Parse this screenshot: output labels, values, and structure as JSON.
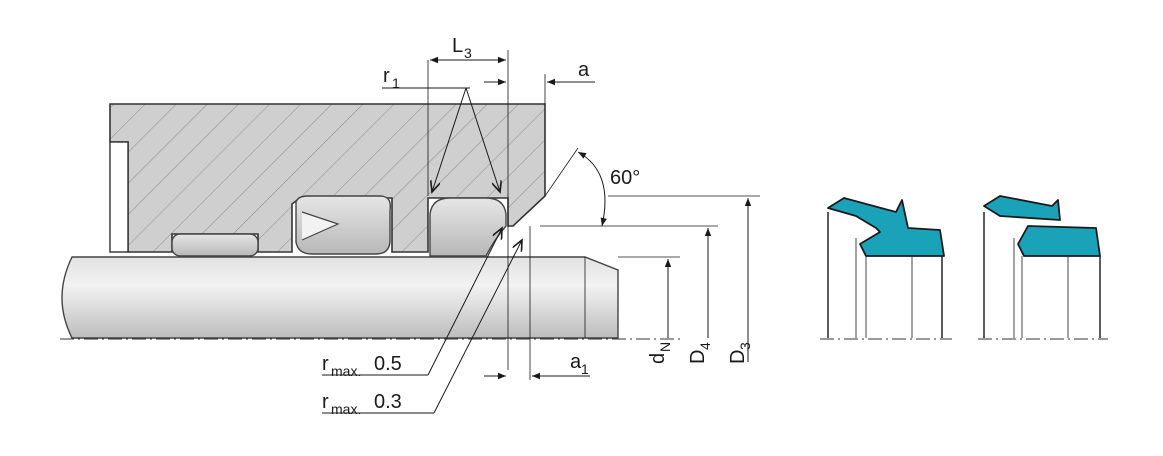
{
  "labels": {
    "L3_main": "L",
    "L3_sub": "3",
    "r1_main": "r",
    "r1_sub": "1",
    "a": "a",
    "angle": "60°",
    "rmax05_main": "r",
    "rmax05_sub": "max.",
    "rmax05_value": "0.5",
    "rmax03_main": "r",
    "rmax03_sub": "max.",
    "rmax03_value": "0.3",
    "a1_main": "a",
    "a1_sub": "1",
    "dN_main": "d",
    "dN_sub": "N",
    "D4_main": "D",
    "D4_sub": "4",
    "D3_main": "D",
    "D3_sub": "3"
  },
  "colors": {
    "housing_fill": "#cfcfcf",
    "hatch": "#8a8a8a",
    "rod_fill": "#d6d6d6",
    "rod_highlight": "#eeeeee",
    "seal_fill": "#1aa3b8",
    "line": "#1a1a1a"
  }
}
